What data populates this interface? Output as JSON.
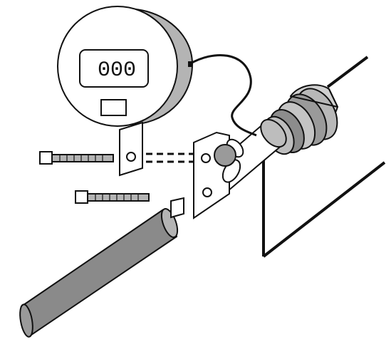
{
  "display": {
    "digits": [
      "0",
      "0",
      "0"
    ]
  },
  "colors": {
    "outline": "#111111",
    "dark_gray": "#8a8a8a",
    "mid_gray": "#b4b4b4",
    "light_gray": "#d6d6d6",
    "background": "#ffffff"
  },
  "parts": [
    "digital-meter",
    "meter-cable",
    "mounting-bracket",
    "screw",
    "screw",
    "glass-tube",
    "optic-sensor",
    "bulb-holder",
    "dipole",
    "connecting-rod"
  ]
}
